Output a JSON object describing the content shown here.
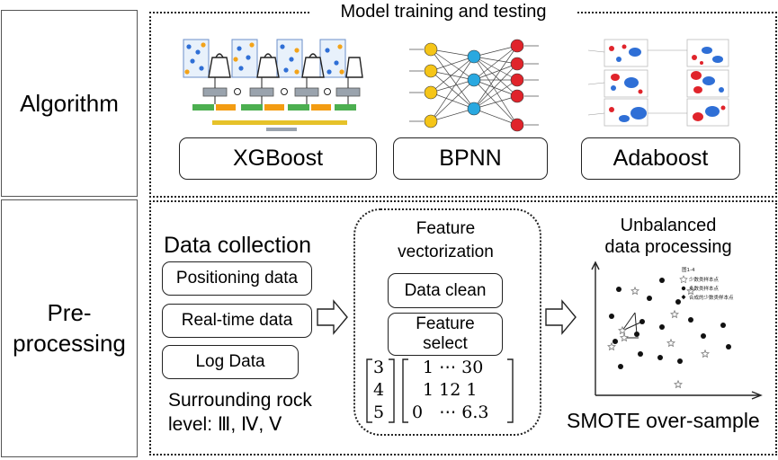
{
  "sections": {
    "algorithm_label": "Algorithm",
    "preprocessing_label_line1": "Pre-",
    "preprocessing_label_line2": "processing"
  },
  "model_training": {
    "title": "Model training and testing",
    "models": [
      "XGBoost",
      "BPNN",
      "Adaboost"
    ]
  },
  "data_collection": {
    "title": "Data collection",
    "items": [
      "Positioning data",
      "Real-time data",
      "Log Data"
    ],
    "surrounding_line1": "Surrounding rock",
    "surrounding_line2": "level: Ⅲ, Ⅳ, Ⅴ"
  },
  "feature_vectorization": {
    "title_line1": "Feature",
    "title_line2": "vectorization",
    "steps": [
      {
        "line1": "Data clean",
        "line2": ""
      },
      {
        "line1": "Feature",
        "line2": "select"
      }
    ],
    "label_vector": [
      "3",
      "4",
      "5"
    ],
    "feature_matrix_rows": [
      "1 ⋯ 30",
      "1 12 1",
      "0   ⋯ 6.3"
    ]
  },
  "unbalanced": {
    "title_line1": "Unbalanced",
    "title_line2": "data processing",
    "method": "SMOTE over-sample",
    "legend_title": "图1-4",
    "legend": [
      "少数类样本点",
      "多数类样本点",
      "合成的少数类样本点"
    ]
  },
  "colors": {
    "border": "#222222",
    "blue_node": "#29a8e0",
    "yellow_node": "#f5c518",
    "red_node": "#e0242b",
    "xgb_green": "#4caf50",
    "xgb_orange": "#f39c12"
  }
}
